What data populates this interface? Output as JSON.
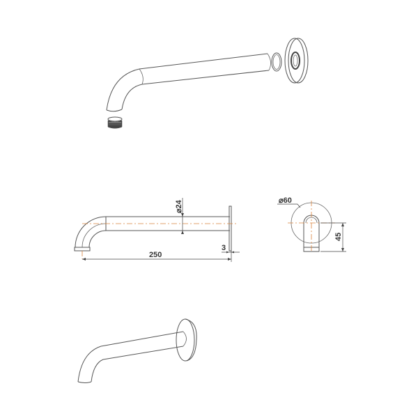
{
  "drawing": {
    "views": [
      {
        "name": "isometric-exploded",
        "parts": [
          "shower arm",
          "aerator",
          "O-ring",
          "wall flange"
        ]
      },
      {
        "name": "side-elevation"
      },
      {
        "name": "front-elevation"
      },
      {
        "name": "isometric-assembled"
      }
    ],
    "dimensions": {
      "length": "250",
      "pipe_diameter": "24",
      "flange_thickness": "3",
      "flange_diameter": "60",
      "outlet_height": "45"
    },
    "diameter_symbol": "⌀",
    "colors": {
      "line": "#555555",
      "centerline": "#d9823b",
      "background": "#ffffff"
    }
  }
}
